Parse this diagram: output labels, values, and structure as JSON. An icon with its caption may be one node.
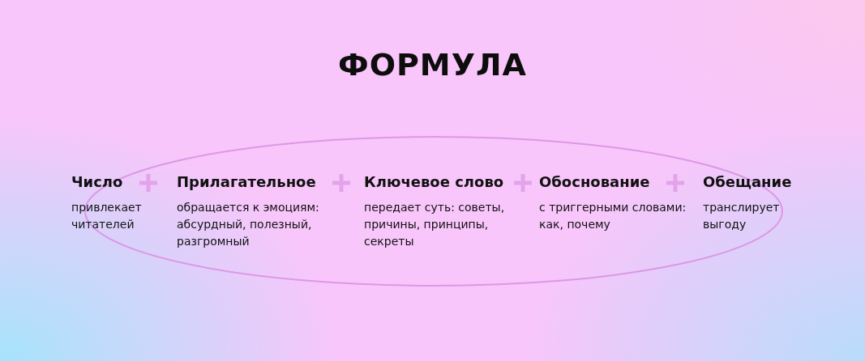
{
  "diagram": {
    "title": "ФОРМУЛА",
    "labels": [
      "Число",
      "привлекает читателей",
      "Прилагательное",
      "обращается к эмоциям: абсурдный, полезный, разгромный",
      "Ключевое слово",
      "передает суть: советы, причины, принципы, секреты",
      "Обоснование",
      "с триггерными словами: как, почему",
      "Обещание",
      "транслирует выгоду"
    ]
  }
}
